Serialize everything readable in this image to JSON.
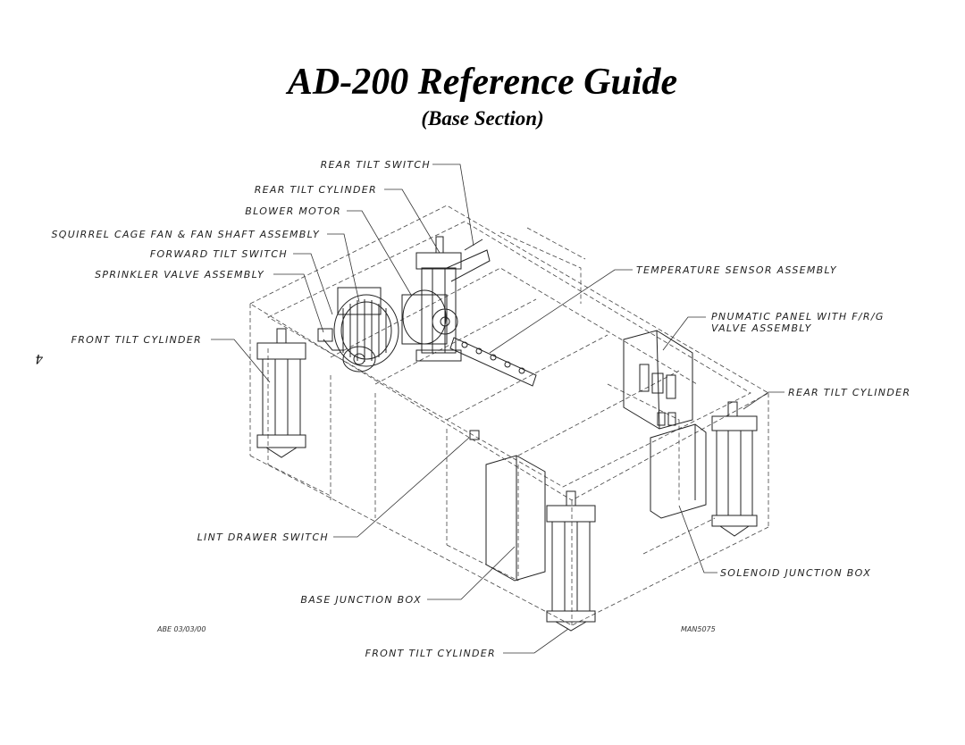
{
  "header": {
    "title": "AD-200 Reference Guide",
    "subtitle": "(Base Section)"
  },
  "page_number": "4",
  "labels": {
    "rear_tilt_switch": "REAR TILT SWITCH",
    "rear_tilt_cylinder_top": "REAR TILT CYLINDER",
    "blower_motor": "BLOWER MOTOR",
    "squirrel_cage_fan": "SQUIRREL CAGE FAN & FAN SHAFT ASSEMBLY",
    "forward_tilt_switch": "FORWARD TILT SWITCH",
    "sprinkler_valve": "SPRINKLER VALVE ASSEMBLY",
    "front_tilt_cylinder_left": "FRONT TILT CYLINDER",
    "temperature_sensor": "TEMPERATURE SENSOR ASSEMBLY",
    "pnumatic_panel_line1": "PNUMATIC PANEL WITH F/R/G",
    "pnumatic_panel_line2": "VALVE ASSEMBLY",
    "rear_tilt_cylinder_right": "REAR TILT CYLINDER",
    "lint_drawer_switch": "LINT DRAWER SWITCH",
    "solenoid_junction_box": "SOLENOID JUNCTION BOX",
    "base_junction_box": "BASE JUNCTION BOX",
    "front_tilt_cylinder_bottom": "FRONT TILT CYLINDER"
  },
  "footer": {
    "drawn_by": "ABE 03/03/00",
    "drawing_number": "MAN5075"
  }
}
